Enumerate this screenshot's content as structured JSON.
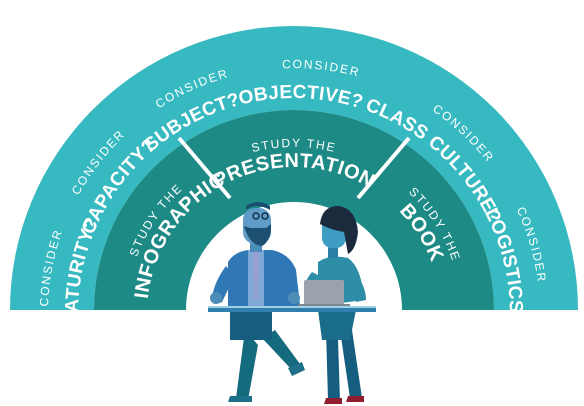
{
  "outer_ring": {
    "consider_labels": [
      "CONSIDER",
      "CONSIDER",
      "CONSIDER",
      "CONSIDER",
      "CONSIDER",
      "CONSIDER"
    ],
    "questions": [
      "MATURITY?",
      "CAPACITY?",
      "SUBJECT?",
      "OBJECTIVE?",
      "CLASS CULTURE?",
      "LOGISTICS?"
    ]
  },
  "inner_ring": {
    "segments": [
      {
        "prefix": "STUDY THE",
        "title": "INFOGRAPHIC"
      },
      {
        "prefix": "STUDY THE",
        "title": "PRESENTATION"
      },
      {
        "prefix": "STUDY THE",
        "title": "BOOK"
      }
    ]
  },
  "colors": {
    "outer_ring": "#36b9c0",
    "inner_ring": "#1d8a86",
    "divider": "#ffffff",
    "text": "#ffffff"
  },
  "illustration": {
    "figures": [
      "man-with-glasses",
      "woman-with-laptop"
    ],
    "objects": [
      "table",
      "laptop"
    ]
  }
}
